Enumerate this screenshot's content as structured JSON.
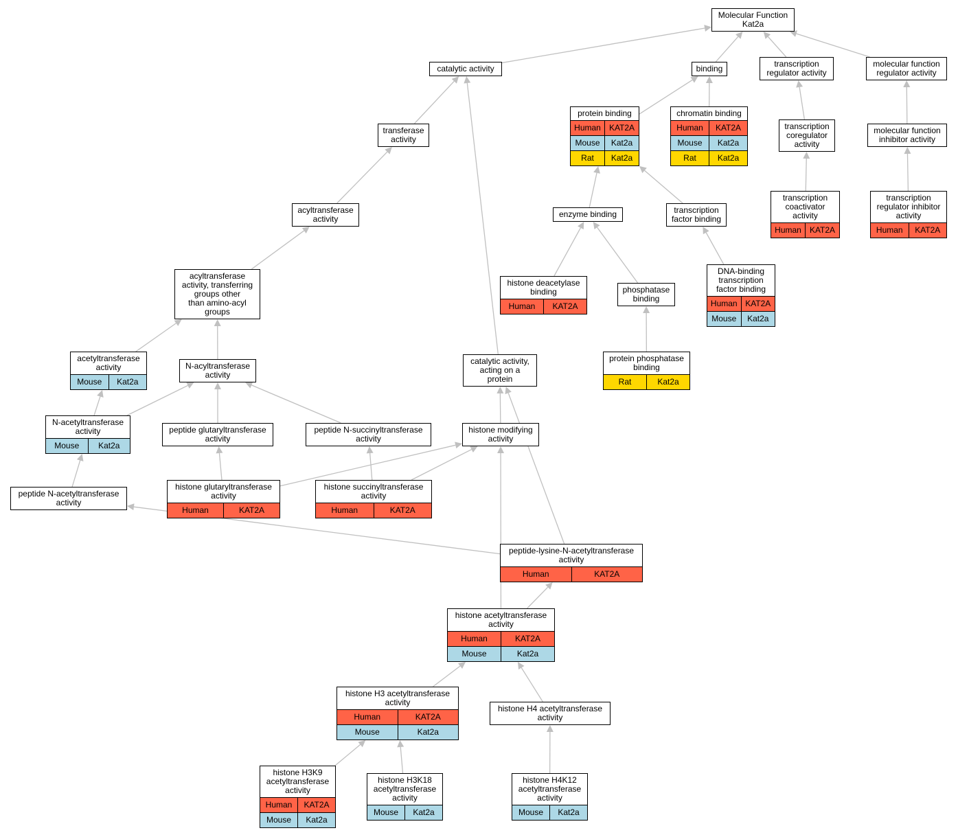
{
  "species_colors": {
    "Human": "#ff6347",
    "Mouse": "#add8e6",
    "Rat": "#ffd700"
  },
  "edge_color": "#c0c0c0",
  "nodes": [
    {
      "id": "mf",
      "lines": [
        "Molecular Function",
        "Kat2a"
      ],
      "rows": []
    },
    {
      "id": "catalytic",
      "lines": [
        "catalytic activity"
      ],
      "rows": []
    },
    {
      "id": "binding",
      "lines": [
        "binding"
      ],
      "rows": []
    },
    {
      "id": "tra",
      "lines": [
        "transcription",
        "regulator activity"
      ],
      "rows": []
    },
    {
      "id": "mfra",
      "lines": [
        "molecular function",
        "regulator activity"
      ],
      "rows": []
    },
    {
      "id": "transferase",
      "lines": [
        "transferase",
        "activity"
      ],
      "rows": []
    },
    {
      "id": "protbind",
      "lines": [
        "protein binding"
      ],
      "rows": [
        [
          "Human",
          "KAT2A"
        ],
        [
          "Mouse",
          "Kat2a"
        ],
        [
          "Rat",
          "Kat2a"
        ]
      ]
    },
    {
      "id": "chrombind",
      "lines": [
        "chromatin binding"
      ],
      "rows": [
        [
          "Human",
          "KAT2A"
        ],
        [
          "Mouse",
          "Kat2a"
        ],
        [
          "Rat",
          "Kat2a"
        ]
      ]
    },
    {
      "id": "tcoreg",
      "lines": [
        "transcription",
        "coregulator",
        "activity"
      ],
      "rows": []
    },
    {
      "id": "mfinhib",
      "lines": [
        "molecular function",
        "inhibitor activity"
      ],
      "rows": []
    },
    {
      "id": "acyltrans",
      "lines": [
        "acyltransferase",
        "activity"
      ],
      "rows": []
    },
    {
      "id": "enzbind",
      "lines": [
        "enzyme binding"
      ],
      "rows": []
    },
    {
      "id": "tfbind",
      "lines": [
        "transcription",
        "factor binding"
      ],
      "rows": []
    },
    {
      "id": "tcoact",
      "lines": [
        "transcription",
        "coactivator",
        "activity"
      ],
      "rows": [
        [
          "Human",
          "KAT2A"
        ]
      ]
    },
    {
      "id": "treginhib",
      "lines": [
        "transcription",
        "regulator inhibitor",
        "activity"
      ],
      "rows": [
        [
          "Human",
          "KAT2A"
        ]
      ]
    },
    {
      "id": "acylother",
      "lines": [
        "acyltransferase",
        "activity, transferring",
        "groups other",
        "than amino-acyl",
        "groups"
      ],
      "rows": []
    },
    {
      "id": "hdacbind",
      "lines": [
        "histone deacetylase",
        "binding"
      ],
      "rows": [
        [
          "Human",
          "KAT2A"
        ]
      ]
    },
    {
      "id": "phosbind",
      "lines": [
        "phosphatase",
        "binding"
      ],
      "rows": []
    },
    {
      "id": "dnabind",
      "lines": [
        "DNA-binding",
        "transcription",
        "factor binding"
      ],
      "rows": [
        [
          "Human",
          "KAT2A"
        ],
        [
          "Mouse",
          "Kat2a"
        ]
      ]
    },
    {
      "id": "acetyltrans",
      "lines": [
        "acetyltransferase",
        "activity"
      ],
      "rows": [
        [
          "Mouse",
          "Kat2a"
        ]
      ]
    },
    {
      "id": "nacyl",
      "lines": [
        "N-acyltransferase",
        "activity"
      ],
      "rows": []
    },
    {
      "id": "catprot",
      "lines": [
        "catalytic activity,",
        "acting on a",
        "protein"
      ],
      "rows": []
    },
    {
      "id": "protphos",
      "lines": [
        "protein phosphatase",
        "binding"
      ],
      "rows": [
        [
          "Rat",
          "Kat2a"
        ]
      ]
    },
    {
      "id": "nacetyl",
      "lines": [
        "N-acetyltransferase",
        "activity"
      ],
      "rows": [
        [
          "Mouse",
          "Kat2a"
        ]
      ]
    },
    {
      "id": "pepglut",
      "lines": [
        "peptide glutaryltransferase",
        "activity"
      ],
      "rows": []
    },
    {
      "id": "pepsucc",
      "lines": [
        "peptide N-succinyltransferase",
        "activity"
      ],
      "rows": []
    },
    {
      "id": "histmod",
      "lines": [
        "histone modifying",
        "activity"
      ],
      "rows": []
    },
    {
      "id": "pepnacetyl",
      "lines": [
        "peptide N-acetyltransferase",
        "activity"
      ],
      "rows": []
    },
    {
      "id": "histglut",
      "lines": [
        "histone glutaryltransferase",
        "activity"
      ],
      "rows": [
        [
          "Human",
          "KAT2A"
        ]
      ]
    },
    {
      "id": "histsucc",
      "lines": [
        "histone succinyltransferase",
        "activity"
      ],
      "rows": [
        [
          "Human",
          "KAT2A"
        ]
      ]
    },
    {
      "id": "peplys",
      "lines": [
        "peptide-lysine-N-acetyltransferase",
        "activity"
      ],
      "rows": [
        [
          "Human",
          "KAT2A"
        ]
      ]
    },
    {
      "id": "histacetyl",
      "lines": [
        "histone acetyltransferase",
        "activity"
      ],
      "rows": [
        [
          "Human",
          "KAT2A"
        ],
        [
          "Mouse",
          "Kat2a"
        ]
      ]
    },
    {
      "id": "h3acetyl",
      "lines": [
        "histone H3 acetyltransferase",
        "activity"
      ],
      "rows": [
        [
          "Human",
          "KAT2A"
        ],
        [
          "Mouse",
          "Kat2a"
        ]
      ]
    },
    {
      "id": "h4acetyl",
      "lines": [
        "histone H4 acetyltransferase",
        "activity"
      ],
      "rows": []
    },
    {
      "id": "h3k9",
      "lines": [
        "histone H3K9",
        "acetyltransferase",
        "activity"
      ],
      "rows": [
        [
          "Human",
          "KAT2A"
        ],
        [
          "Mouse",
          "Kat2a"
        ]
      ]
    },
    {
      "id": "h3k18",
      "lines": [
        "histone H3K18",
        "acetyltransferase",
        "activity"
      ],
      "rows": [
        [
          "Mouse",
          "Kat2a"
        ]
      ]
    },
    {
      "id": "h4k12",
      "lines": [
        "histone H4K12",
        "acetyltransferase",
        "activity"
      ],
      "rows": [
        [
          "Mouse",
          "Kat2a"
        ]
      ]
    }
  ],
  "edges": [
    [
      "catalytic",
      "mf"
    ],
    [
      "binding",
      "mf"
    ],
    [
      "tra",
      "mf"
    ],
    [
      "mfra",
      "mf"
    ],
    [
      "transferase",
      "catalytic"
    ],
    [
      "catprot",
      "catalytic"
    ],
    [
      "protbind",
      "binding"
    ],
    [
      "chrombind",
      "binding"
    ],
    [
      "tcoreg",
      "tra"
    ],
    [
      "mfinhib",
      "mfra"
    ],
    [
      "acyltrans",
      "transferase"
    ],
    [
      "enzbind",
      "protbind"
    ],
    [
      "tfbind",
      "protbind"
    ],
    [
      "tcoact",
      "tcoreg"
    ],
    [
      "treginhib",
      "mfinhib"
    ],
    [
      "acylother",
      "acyltrans"
    ],
    [
      "hdacbind",
      "enzbind"
    ],
    [
      "phosbind",
      "enzbind"
    ],
    [
      "dnabind",
      "tfbind"
    ],
    [
      "protphos",
      "phosbind"
    ],
    [
      "acetyltrans",
      "acylother"
    ],
    [
      "nacyl",
      "acylother"
    ],
    [
      "nacetyl",
      "acetyltrans"
    ],
    [
      "nacetyl",
      "nacyl"
    ],
    [
      "pepglut",
      "nacyl"
    ],
    [
      "pepsucc",
      "nacyl"
    ],
    [
      "histmod",
      "catprot"
    ],
    [
      "peplys",
      "catprot"
    ],
    [
      "pepnacetyl",
      "nacetyl"
    ],
    [
      "histglut",
      "pepglut"
    ],
    [
      "histsucc",
      "pepsucc"
    ],
    [
      "histglut",
      "histmod"
    ],
    [
      "histsucc",
      "histmod"
    ],
    [
      "histacetyl",
      "histmod"
    ],
    [
      "histacetyl",
      "peplys"
    ],
    [
      "peplys",
      "pepnacetyl"
    ],
    [
      "h3acetyl",
      "histacetyl"
    ],
    [
      "h4acetyl",
      "histacetyl"
    ],
    [
      "h3k9",
      "h3acetyl"
    ],
    [
      "h3k18",
      "h3acetyl"
    ],
    [
      "h4k12",
      "h4acetyl"
    ]
  ]
}
